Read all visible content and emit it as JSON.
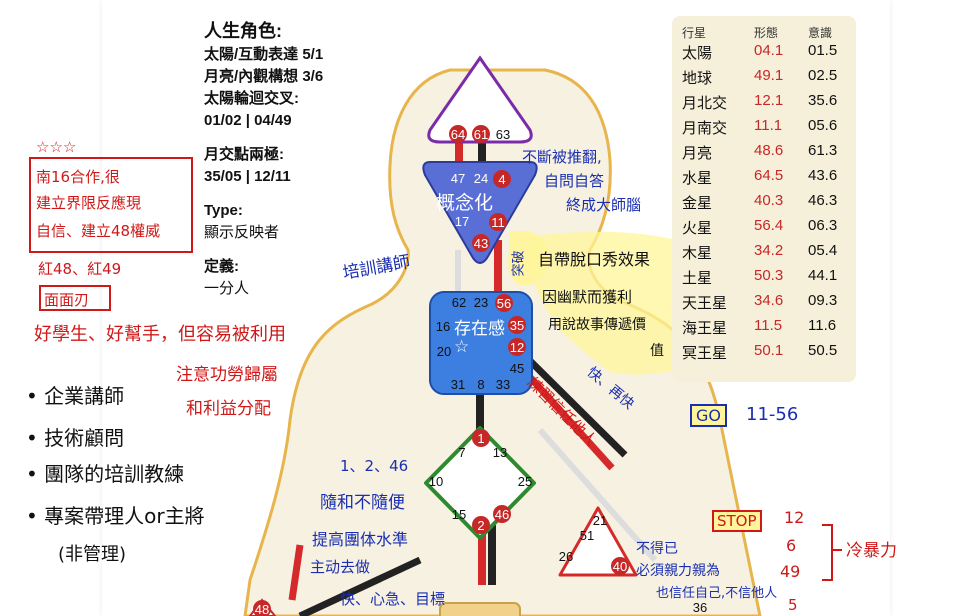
{
  "info": {
    "profile_title": "人生角色:",
    "sun_line": "太陽/互動表達 5/1",
    "moon_line": "月亮/內觀構想 3/6",
    "cross_title": "太陽輪迴交叉:",
    "cross_value": "01/02 | 04/49",
    "nodes_title": "月交點兩極:",
    "nodes_value": "35/05 | 12/11",
    "type_title": "Type:",
    "type_value": "顯示反映者",
    "definition_title": "定義:",
    "definition_value": "一分人"
  },
  "planets": {
    "headers": [
      "行星",
      "形態",
      "意識"
    ],
    "rows": [
      {
        "name": "太陽",
        "design": "04.1",
        "personality": "01.5"
      },
      {
        "name": "地球",
        "design": "49.1",
        "personality": "02.5"
      },
      {
        "name": "月北交",
        "design": "12.1",
        "personality": "35.6"
      },
      {
        "name": "月南交",
        "design": "11.1",
        "personality": "05.6"
      },
      {
        "name": "月亮",
        "design": "48.6",
        "personality": "61.3"
      },
      {
        "name": "水星",
        "design": "64.5",
        "personality": "43.6"
      },
      {
        "name": "金星",
        "design": "40.3",
        "personality": "46.3"
      },
      {
        "name": "火星",
        "design": "56.4",
        "personality": "06.3"
      },
      {
        "name": "木星",
        "design": "34.2",
        "personality": "05.4"
      },
      {
        "name": "土星",
        "design": "50.3",
        "personality": "44.1"
      },
      {
        "name": "天王星",
        "design": "34.6",
        "personality": "09.3"
      },
      {
        "name": "海王星",
        "design": "11.5",
        "personality": "11.6"
      },
      {
        "name": "冥王星",
        "design": "50.1",
        "personality": "50.5"
      }
    ]
  },
  "gates": {
    "g64": "64",
    "g61": "61",
    "g63": "63",
    "g47": "47",
    "g24": "24",
    "g4": "4",
    "g17": "17",
    "g11": "11",
    "g43": "43",
    "g62": "62",
    "g23": "23",
    "g56": "56",
    "g16": "16",
    "g35": "35",
    "g20": "20",
    "g12": "12",
    "g45": "45",
    "g31": "31",
    "g8": "8",
    "g33": "33",
    "g1": "1",
    "g7": "7",
    "g13": "13",
    "g10": "10",
    "g25": "25",
    "g15": "15",
    "g2": "2",
    "g46": "46",
    "g21": "21",
    "g51": "51",
    "g26": "26",
    "g40": "40",
    "g48": "48",
    "g36": "36"
  },
  "notes": {
    "stars": "☆☆☆",
    "box_line1": "南16合作,很",
    "box_line2": "建立界限反應現",
    "box_line3": "自信、建立48權威",
    "red48": "紅48、紅49",
    "mianmian": "面面刃",
    "good_student": "好學生、好幫手，但容易被利用",
    "attention1": "注意功勞歸屬",
    "attention2": "和利益分配",
    "list1": "企業講師",
    "list2": "技術顧問",
    "list3": "團隊的培訓教練",
    "list4": "專案帶理人or主將",
    "list5": "(非管理)",
    "trainer": "培訓講師",
    "concept": "概念化",
    "overturn1": "不斷被推翻,",
    "overturn2": "自問自答",
    "overturn3": "終成大師腦",
    "sideways": "突破",
    "presence": "存在感☆",
    "release1": "自帶脫口秀效果",
    "release2": "因幽默而獲利",
    "release3": "用說故事傳遞價",
    "release4": "值",
    "fast": "快、再快",
    "practice": "練習信任他人",
    "go": "GO",
    "go_gate": "11-56",
    "g146": "1、2、46",
    "follow": "隨和不隨便",
    "improve": "提高團体水準",
    "proactive": "主动去做",
    "fast_goal": "快、心急、目標",
    "stop": "STOP",
    "stop12": "12",
    "stop6": "6",
    "stop49": "49",
    "cold": "冷暴力",
    "must1": "不得已",
    "must2": "必須親力親為",
    "trust": "也信任自己,不信他人",
    "five": "5"
  }
}
